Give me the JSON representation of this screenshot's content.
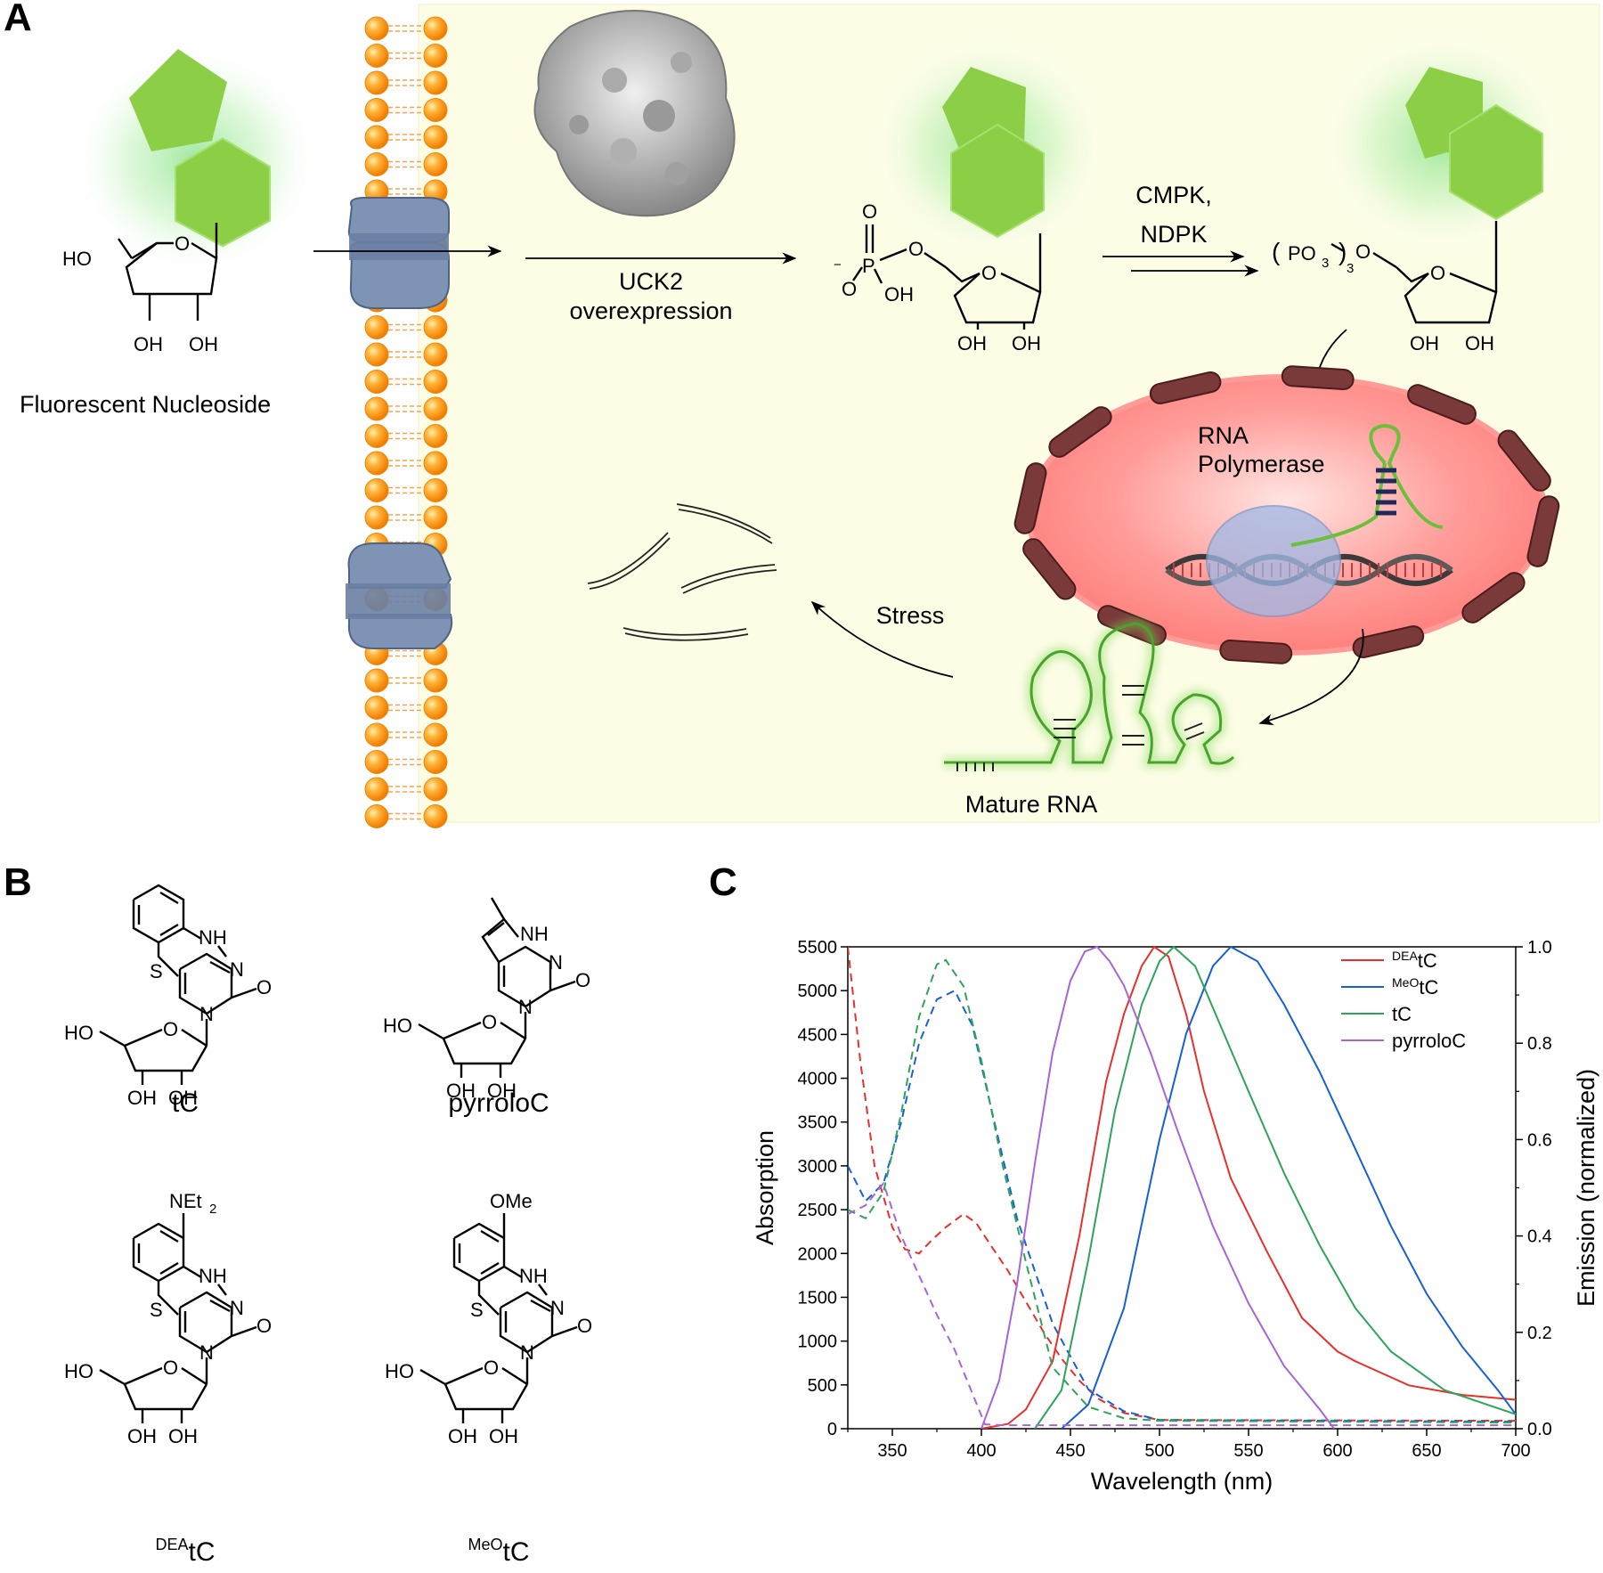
{
  "panels": {
    "a": "A",
    "b": "B",
    "c": "C"
  },
  "panelA": {
    "nucleoside_label": "Fluorescent Nucleoside",
    "uck2": "UCK2",
    "overexpression": "overexpression",
    "cmpk": "CMPK,",
    "ndpk": "NDPK",
    "rna_polymerase_1": "RNA",
    "rna_polymerase_2": "Polymerase",
    "stress": "Stress",
    "mature_rna": "Mature RNA",
    "chem": {
      "ho": "HO",
      "o": "O",
      "oh": "OH",
      "p": "P",
      "po3": "PO",
      "sub3": "3",
      "minus": "−"
    }
  },
  "panelB": {
    "names": {
      "tc": "tC",
      "pyrroloc": "pyrroloC",
      "deatc_sup": "DEA",
      "deatc": "tC",
      "meotc_sup": "MeO",
      "meotc": "tC"
    },
    "chem": {
      "nh": "NH",
      "n": "N",
      "s": "S",
      "o": "O",
      "ho": "HO",
      "oh": "OH",
      "net": "NEt",
      "sub2": "2",
      "ome": "OMe"
    }
  },
  "colors": {
    "red": "#e8302b",
    "blue": "#1560d4",
    "green": "#2ea35a",
    "purple": "#a565d8"
  },
  "chart_data": {
    "type": "line",
    "xlabel": "Wavelength (nm)",
    "ylabel": "Absorption",
    "y2label": "Emission (normalized)",
    "xlim": [
      325,
      700
    ],
    "ylim": [
      0,
      5500
    ],
    "y2lim": [
      0,
      1.0
    ],
    "xticks": [
      350,
      400,
      450,
      500,
      550,
      600,
      650,
      700
    ],
    "yticks": [
      0,
      500,
      1000,
      1500,
      2000,
      2500,
      3000,
      3500,
      4000,
      4500,
      5000,
      5500
    ],
    "y2ticks": [
      0.0,
      0.2,
      0.4,
      0.6,
      0.8,
      1.0
    ],
    "legend_position": "top-right",
    "series": [
      {
        "name": "tC",
        "legend_sup": "DEA",
        "color": "#e8302b",
        "abs_x": [
          325,
          332,
          340,
          350,
          357,
          365,
          372,
          380,
          390,
          397,
          405,
          415,
          425,
          435,
          445,
          455,
          465,
          480,
          500,
          700
        ],
        "abs_y": [
          5500,
          4200,
          3000,
          2300,
          2050,
          2000,
          2150,
          2300,
          2450,
          2350,
          2100,
          1800,
          1450,
          1100,
          800,
          550,
          350,
          180,
          100,
          90
        ],
        "em_x": [
          400,
          415,
          425,
          440,
          455,
          470,
          480,
          490,
          497,
          505,
          515,
          525,
          540,
          560,
          580,
          600,
          610,
          640,
          670,
          700
        ],
        "em_y": [
          0.0,
          0.01,
          0.04,
          0.14,
          0.4,
          0.72,
          0.86,
          0.96,
          1.0,
          0.98,
          0.86,
          0.7,
          0.52,
          0.37,
          0.23,
          0.16,
          0.14,
          0.09,
          0.07,
          0.06
        ]
      },
      {
        "name": "tC",
        "legend_sup": "MeO",
        "color": "#1560d4",
        "abs_x": [
          325,
          335,
          345,
          355,
          365,
          375,
          385,
          395,
          405,
          420,
          440,
          460,
          480,
          500,
          700
        ],
        "abs_y": [
          3000,
          2600,
          2800,
          3500,
          4400,
          4900,
          5000,
          4600,
          3700,
          2400,
          1200,
          450,
          200,
          100,
          80
        ],
        "em_x": [
          445,
          460,
          480,
          500,
          515,
          530,
          540,
          555,
          570,
          590,
          610,
          630,
          650,
          670,
          690,
          700
        ],
        "em_y": [
          0.0,
          0.05,
          0.25,
          0.6,
          0.82,
          0.96,
          1.0,
          0.97,
          0.88,
          0.74,
          0.58,
          0.42,
          0.28,
          0.17,
          0.08,
          0.03
        ]
      },
      {
        "name": "tC",
        "legend_sup": "",
        "color": "#2ea35a",
        "abs_x": [
          325,
          335,
          345,
          355,
          365,
          375,
          380,
          390,
          400,
          412,
          425,
          440,
          460,
          480,
          500,
          700
        ],
        "abs_y": [
          2500,
          2400,
          2700,
          3600,
          4700,
          5300,
          5350,
          5050,
          4200,
          3000,
          1900,
          700,
          250,
          120,
          90,
          70
        ],
        "em_x": [
          430,
          445,
          460,
          475,
          490,
          500,
          508,
          520,
          535,
          550,
          570,
          590,
          610,
          630,
          660,
          700
        ],
        "em_y": [
          0.0,
          0.08,
          0.35,
          0.66,
          0.88,
          0.97,
          1.0,
          0.96,
          0.83,
          0.7,
          0.53,
          0.38,
          0.25,
          0.16,
          0.08,
          0.03
        ]
      },
      {
        "name": "pyrroloC",
        "legend_sup": "",
        "color": "#a565d8",
        "abs_x": [
          325,
          335,
          345,
          355,
          365,
          375,
          385,
          395,
          402,
          412,
          430,
          700
        ],
        "abs_y": [
          2450,
          2550,
          2800,
          2200,
          1750,
          1300,
          900,
          400,
          50,
          40,
          40,
          40
        ],
        "em_x": [
          400,
          410,
          420,
          430,
          440,
          450,
          458,
          465,
          472,
          480,
          495,
          510,
          530,
          550,
          570,
          590,
          598
        ],
        "em_y": [
          0.0,
          0.1,
          0.3,
          0.55,
          0.78,
          0.93,
          0.99,
          1.0,
          0.97,
          0.92,
          0.78,
          0.62,
          0.42,
          0.26,
          0.13,
          0.04,
          0.0
        ]
      }
    ]
  }
}
